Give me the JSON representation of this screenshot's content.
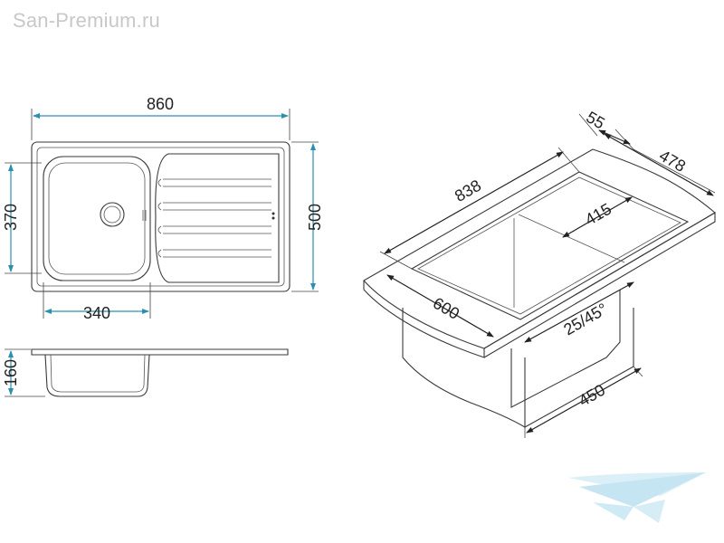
{
  "watermark": "San-Premium.ru",
  "dims": {
    "width_total": "860",
    "bowl_depth_plan": "370",
    "overall_depth": "500",
    "bowl_width": "340",
    "bowl_height": "160",
    "cutout_length": "838",
    "offset": "55",
    "cutout_depth": "478",
    "bowl_inner": "415",
    "cabinet_depth": "600",
    "angle": "25/45°",
    "cabinet_width": "450"
  },
  "colors": {
    "dimension_blue": "#2a8fb0",
    "outline": "#3a3a3a",
    "logo_blue": "#bfe3f2"
  },
  "icons": {
    "logo": "san-premium-logo-icon"
  }
}
